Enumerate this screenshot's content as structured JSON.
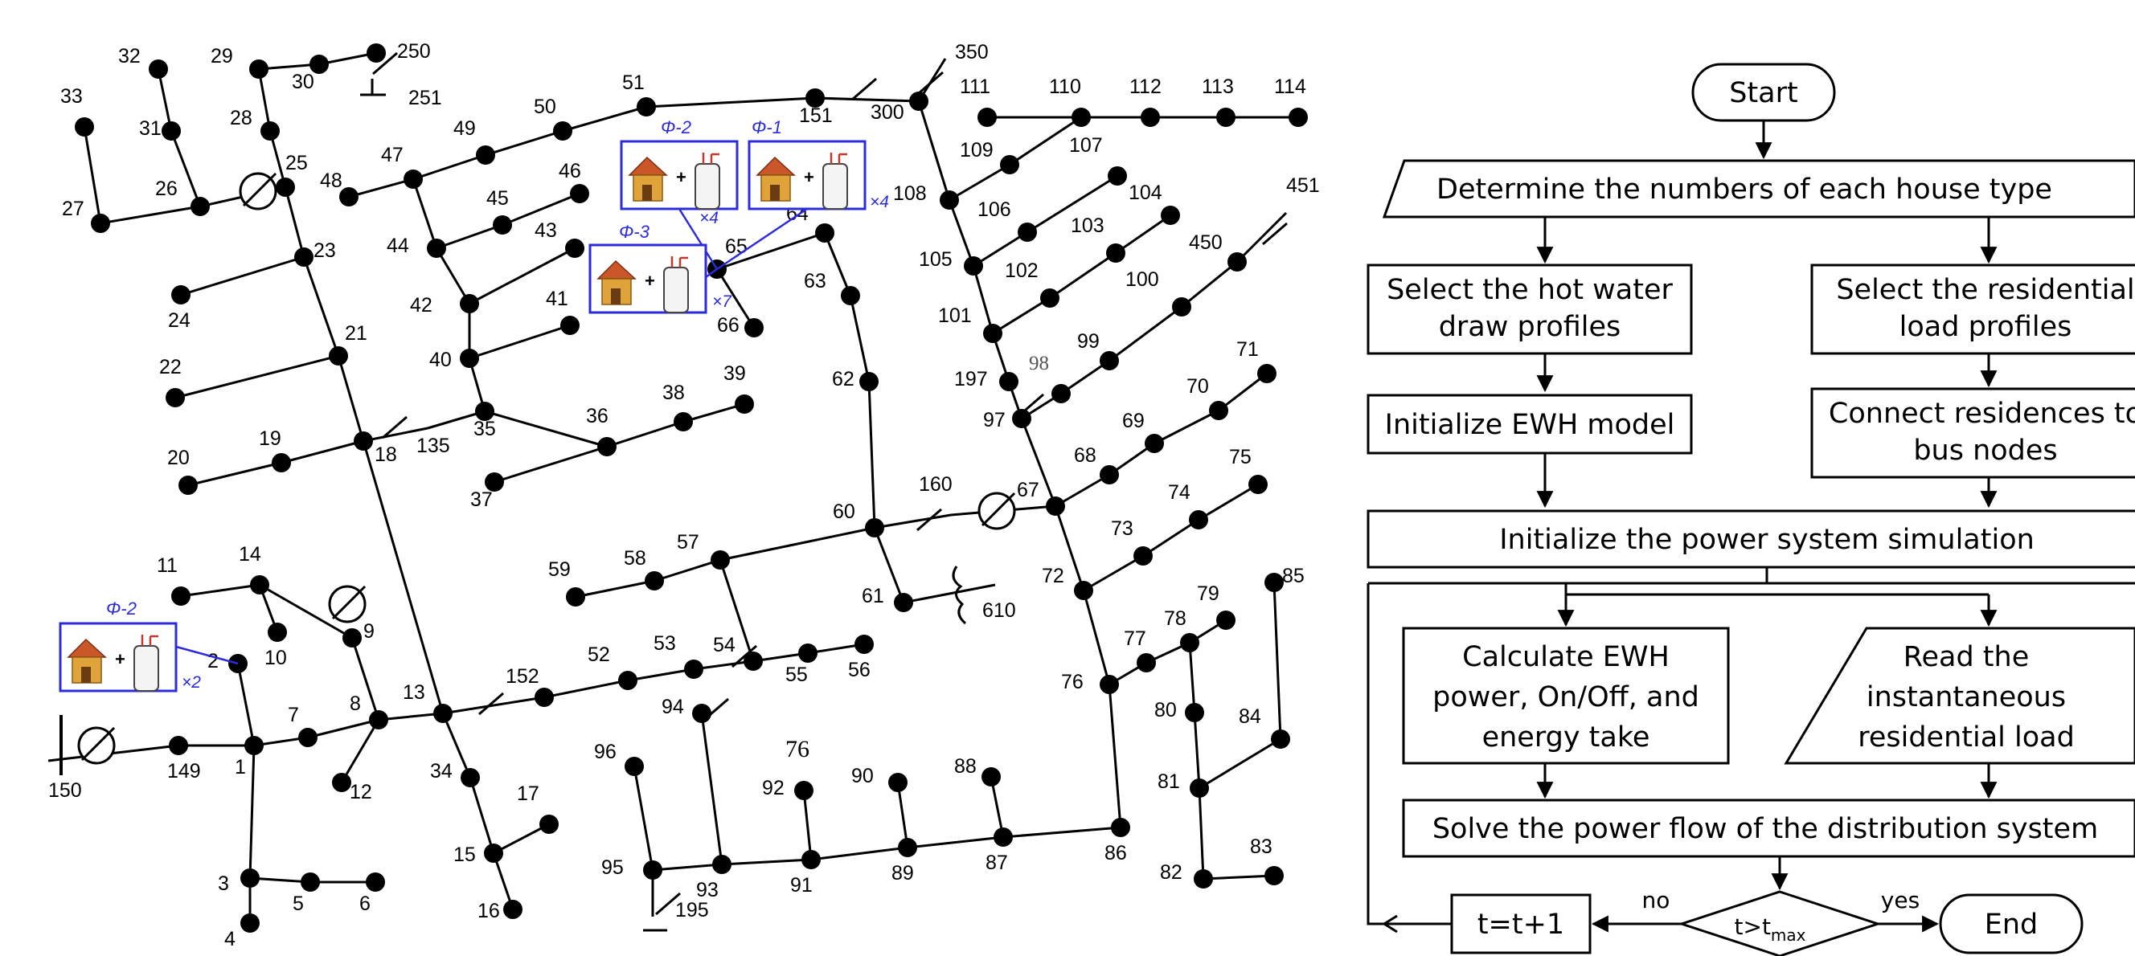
{
  "feeder": {
    "nodes": [
      {
        "id": "1",
        "label": "1"
      },
      {
        "id": "2",
        "label": "2"
      },
      {
        "id": "3",
        "label": "3"
      },
      {
        "id": "4",
        "label": "4"
      },
      {
        "id": "5",
        "label": "5"
      },
      {
        "id": "6",
        "label": "6"
      },
      {
        "id": "7",
        "label": "7"
      },
      {
        "id": "8",
        "label": "8"
      },
      {
        "id": "9",
        "label": "9"
      },
      {
        "id": "10",
        "label": "10"
      },
      {
        "id": "11",
        "label": "11"
      },
      {
        "id": "12",
        "label": "12"
      },
      {
        "id": "13",
        "label": "13"
      },
      {
        "id": "14",
        "label": "14"
      },
      {
        "id": "15",
        "label": "15"
      },
      {
        "id": "16",
        "label": "16"
      },
      {
        "id": "17",
        "label": "17"
      },
      {
        "id": "18",
        "label": "18"
      },
      {
        "id": "19",
        "label": "19"
      },
      {
        "id": "20",
        "label": "20"
      },
      {
        "id": "21",
        "label": "21"
      },
      {
        "id": "22",
        "label": "22"
      },
      {
        "id": "23",
        "label": "23"
      },
      {
        "id": "24",
        "label": "24"
      },
      {
        "id": "25",
        "label": "25"
      },
      {
        "id": "26",
        "label": "26"
      },
      {
        "id": "27",
        "label": "27"
      },
      {
        "id": "28",
        "label": "28"
      },
      {
        "id": "29",
        "label": "29"
      },
      {
        "id": "30",
        "label": "30"
      },
      {
        "id": "31",
        "label": "31"
      },
      {
        "id": "32",
        "label": "32"
      },
      {
        "id": "33",
        "label": "33"
      },
      {
        "id": "34",
        "label": "34"
      },
      {
        "id": "35",
        "label": "35"
      },
      {
        "id": "36",
        "label": "36"
      },
      {
        "id": "37",
        "label": "37"
      },
      {
        "id": "38",
        "label": "38"
      },
      {
        "id": "39",
        "label": "39"
      },
      {
        "id": "40",
        "label": "40"
      },
      {
        "id": "41",
        "label": "41"
      },
      {
        "id": "42",
        "label": "42"
      },
      {
        "id": "43",
        "label": "43"
      },
      {
        "id": "44",
        "label": "44"
      },
      {
        "id": "45",
        "label": "45"
      },
      {
        "id": "46",
        "label": "46"
      },
      {
        "id": "47",
        "label": "47"
      },
      {
        "id": "48",
        "label": "48"
      },
      {
        "id": "49",
        "label": "49"
      },
      {
        "id": "50",
        "label": "50"
      },
      {
        "id": "51",
        "label": "51"
      },
      {
        "id": "52",
        "label": "52"
      },
      {
        "id": "53",
        "label": "53"
      },
      {
        "id": "54",
        "label": "54"
      },
      {
        "id": "55",
        "label": "55"
      },
      {
        "id": "56",
        "label": "56"
      },
      {
        "id": "57",
        "label": "57"
      },
      {
        "id": "58",
        "label": "58"
      },
      {
        "id": "59",
        "label": "59"
      },
      {
        "id": "60",
        "label": "60"
      },
      {
        "id": "61",
        "label": "61"
      },
      {
        "id": "62",
        "label": "62"
      },
      {
        "id": "63",
        "label": "63"
      },
      {
        "id": "64",
        "label": "64"
      },
      {
        "id": "65",
        "label": "65"
      },
      {
        "id": "66",
        "label": "66"
      },
      {
        "id": "67",
        "label": "67"
      },
      {
        "id": "68",
        "label": "68"
      },
      {
        "id": "69",
        "label": "69"
      },
      {
        "id": "70",
        "label": "70"
      },
      {
        "id": "71",
        "label": "71"
      },
      {
        "id": "72",
        "label": "72"
      },
      {
        "id": "73",
        "label": "73"
      },
      {
        "id": "74",
        "label": "74"
      },
      {
        "id": "75",
        "label": "75"
      },
      {
        "id": "76",
        "label": "76"
      },
      {
        "id": "77",
        "label": "77"
      },
      {
        "id": "78",
        "label": "78"
      },
      {
        "id": "79",
        "label": "79"
      },
      {
        "id": "80",
        "label": "80"
      },
      {
        "id": "81",
        "label": "81"
      },
      {
        "id": "82",
        "label": "82"
      },
      {
        "id": "83",
        "label": "83"
      },
      {
        "id": "84",
        "label": "84"
      },
      {
        "id": "85",
        "label": "85"
      },
      {
        "id": "86",
        "label": "86"
      },
      {
        "id": "87",
        "label": "87"
      },
      {
        "id": "88",
        "label": "88"
      },
      {
        "id": "89",
        "label": "89"
      },
      {
        "id": "90",
        "label": "90"
      },
      {
        "id": "91",
        "label": "91"
      },
      {
        "id": "92",
        "label": "92"
      },
      {
        "id": "93",
        "label": "93"
      },
      {
        "id": "94",
        "label": "94"
      },
      {
        "id": "95",
        "label": "95"
      },
      {
        "id": "96",
        "label": "96"
      },
      {
        "id": "97",
        "label": "97"
      },
      {
        "id": "98",
        "label": "98"
      },
      {
        "id": "99",
        "label": "99"
      },
      {
        "id": "100",
        "label": "100"
      },
      {
        "id": "101",
        "label": "101"
      },
      {
        "id": "102",
        "label": "102"
      },
      {
        "id": "103",
        "label": "103"
      },
      {
        "id": "104",
        "label": "104"
      },
      {
        "id": "105",
        "label": "105"
      },
      {
        "id": "106",
        "label": "106"
      },
      {
        "id": "107",
        "label": "107"
      },
      {
        "id": "108",
        "label": "108"
      },
      {
        "id": "109",
        "label": "109"
      },
      {
        "id": "110",
        "label": "110"
      },
      {
        "id": "111",
        "label": "111"
      },
      {
        "id": "112",
        "label": "112"
      },
      {
        "id": "113",
        "label": "113"
      },
      {
        "id": "114",
        "label": "114"
      },
      {
        "id": "135",
        "label": "135"
      },
      {
        "id": "149",
        "label": "149"
      },
      {
        "id": "150",
        "label": "150"
      },
      {
        "id": "151",
        "label": "151"
      },
      {
        "id": "152",
        "label": "152"
      },
      {
        "id": "160",
        "label": "160"
      },
      {
        "id": "195",
        "label": "195"
      },
      {
        "id": "197",
        "label": "197"
      },
      {
        "id": "250",
        "label": "250"
      },
      {
        "id": "251",
        "label": "251"
      },
      {
        "id": "300",
        "label": "300"
      },
      {
        "id": "350",
        "label": "350"
      },
      {
        "id": "450",
        "label": "450"
      },
      {
        "id": "451",
        "label": "451"
      },
      {
        "id": "610",
        "label": "610"
      }
    ],
    "extra_label": "76",
    "clusters": [
      {
        "id": "c1",
        "phase": "Φ-1",
        "count": "×4"
      },
      {
        "id": "c2",
        "phase": "Φ-2",
        "count": "×4"
      },
      {
        "id": "c3",
        "phase": "Φ-3",
        "count": "×7"
      },
      {
        "id": "c4",
        "phase": "Φ-2",
        "count": "×2"
      }
    ],
    "colors": {
      "line": "#000000",
      "cluster": "#2b2bd9",
      "roof": "#c9572a",
      "house": "#e0a33a",
      "tank_pipe": "#c0392b"
    },
    "icons": [
      "house-icon",
      "water-heater-icon",
      "regulator-icon",
      "switch-icon",
      "transformer-icon",
      "pv-icon"
    ]
  },
  "flowchart": {
    "start": "Start",
    "determine": "Determine the numbers of each house type",
    "select_hot_water_1": "Select the hot water",
    "select_hot_water_2": "draw profiles",
    "select_residential_1": "Select the residential",
    "select_residential_2": "load profiles",
    "init_ewh": "Initialize EWH model",
    "connect_1": "Connect residences to",
    "connect_2": "bus nodes",
    "init_power": "Initialize the power system simulation",
    "calc_1": "Calculate EWH",
    "calc_2": "power, On/Off,  and",
    "calc_3": "energy take",
    "read_1": "Read the",
    "read_2": "instantaneous",
    "read_3": "residential load",
    "solve": "Solve the power flow of the distribution system",
    "decision": "t>t",
    "decision_sub": "max",
    "increment": "t=t+1",
    "no": "no",
    "yes": "yes",
    "end": "End"
  }
}
